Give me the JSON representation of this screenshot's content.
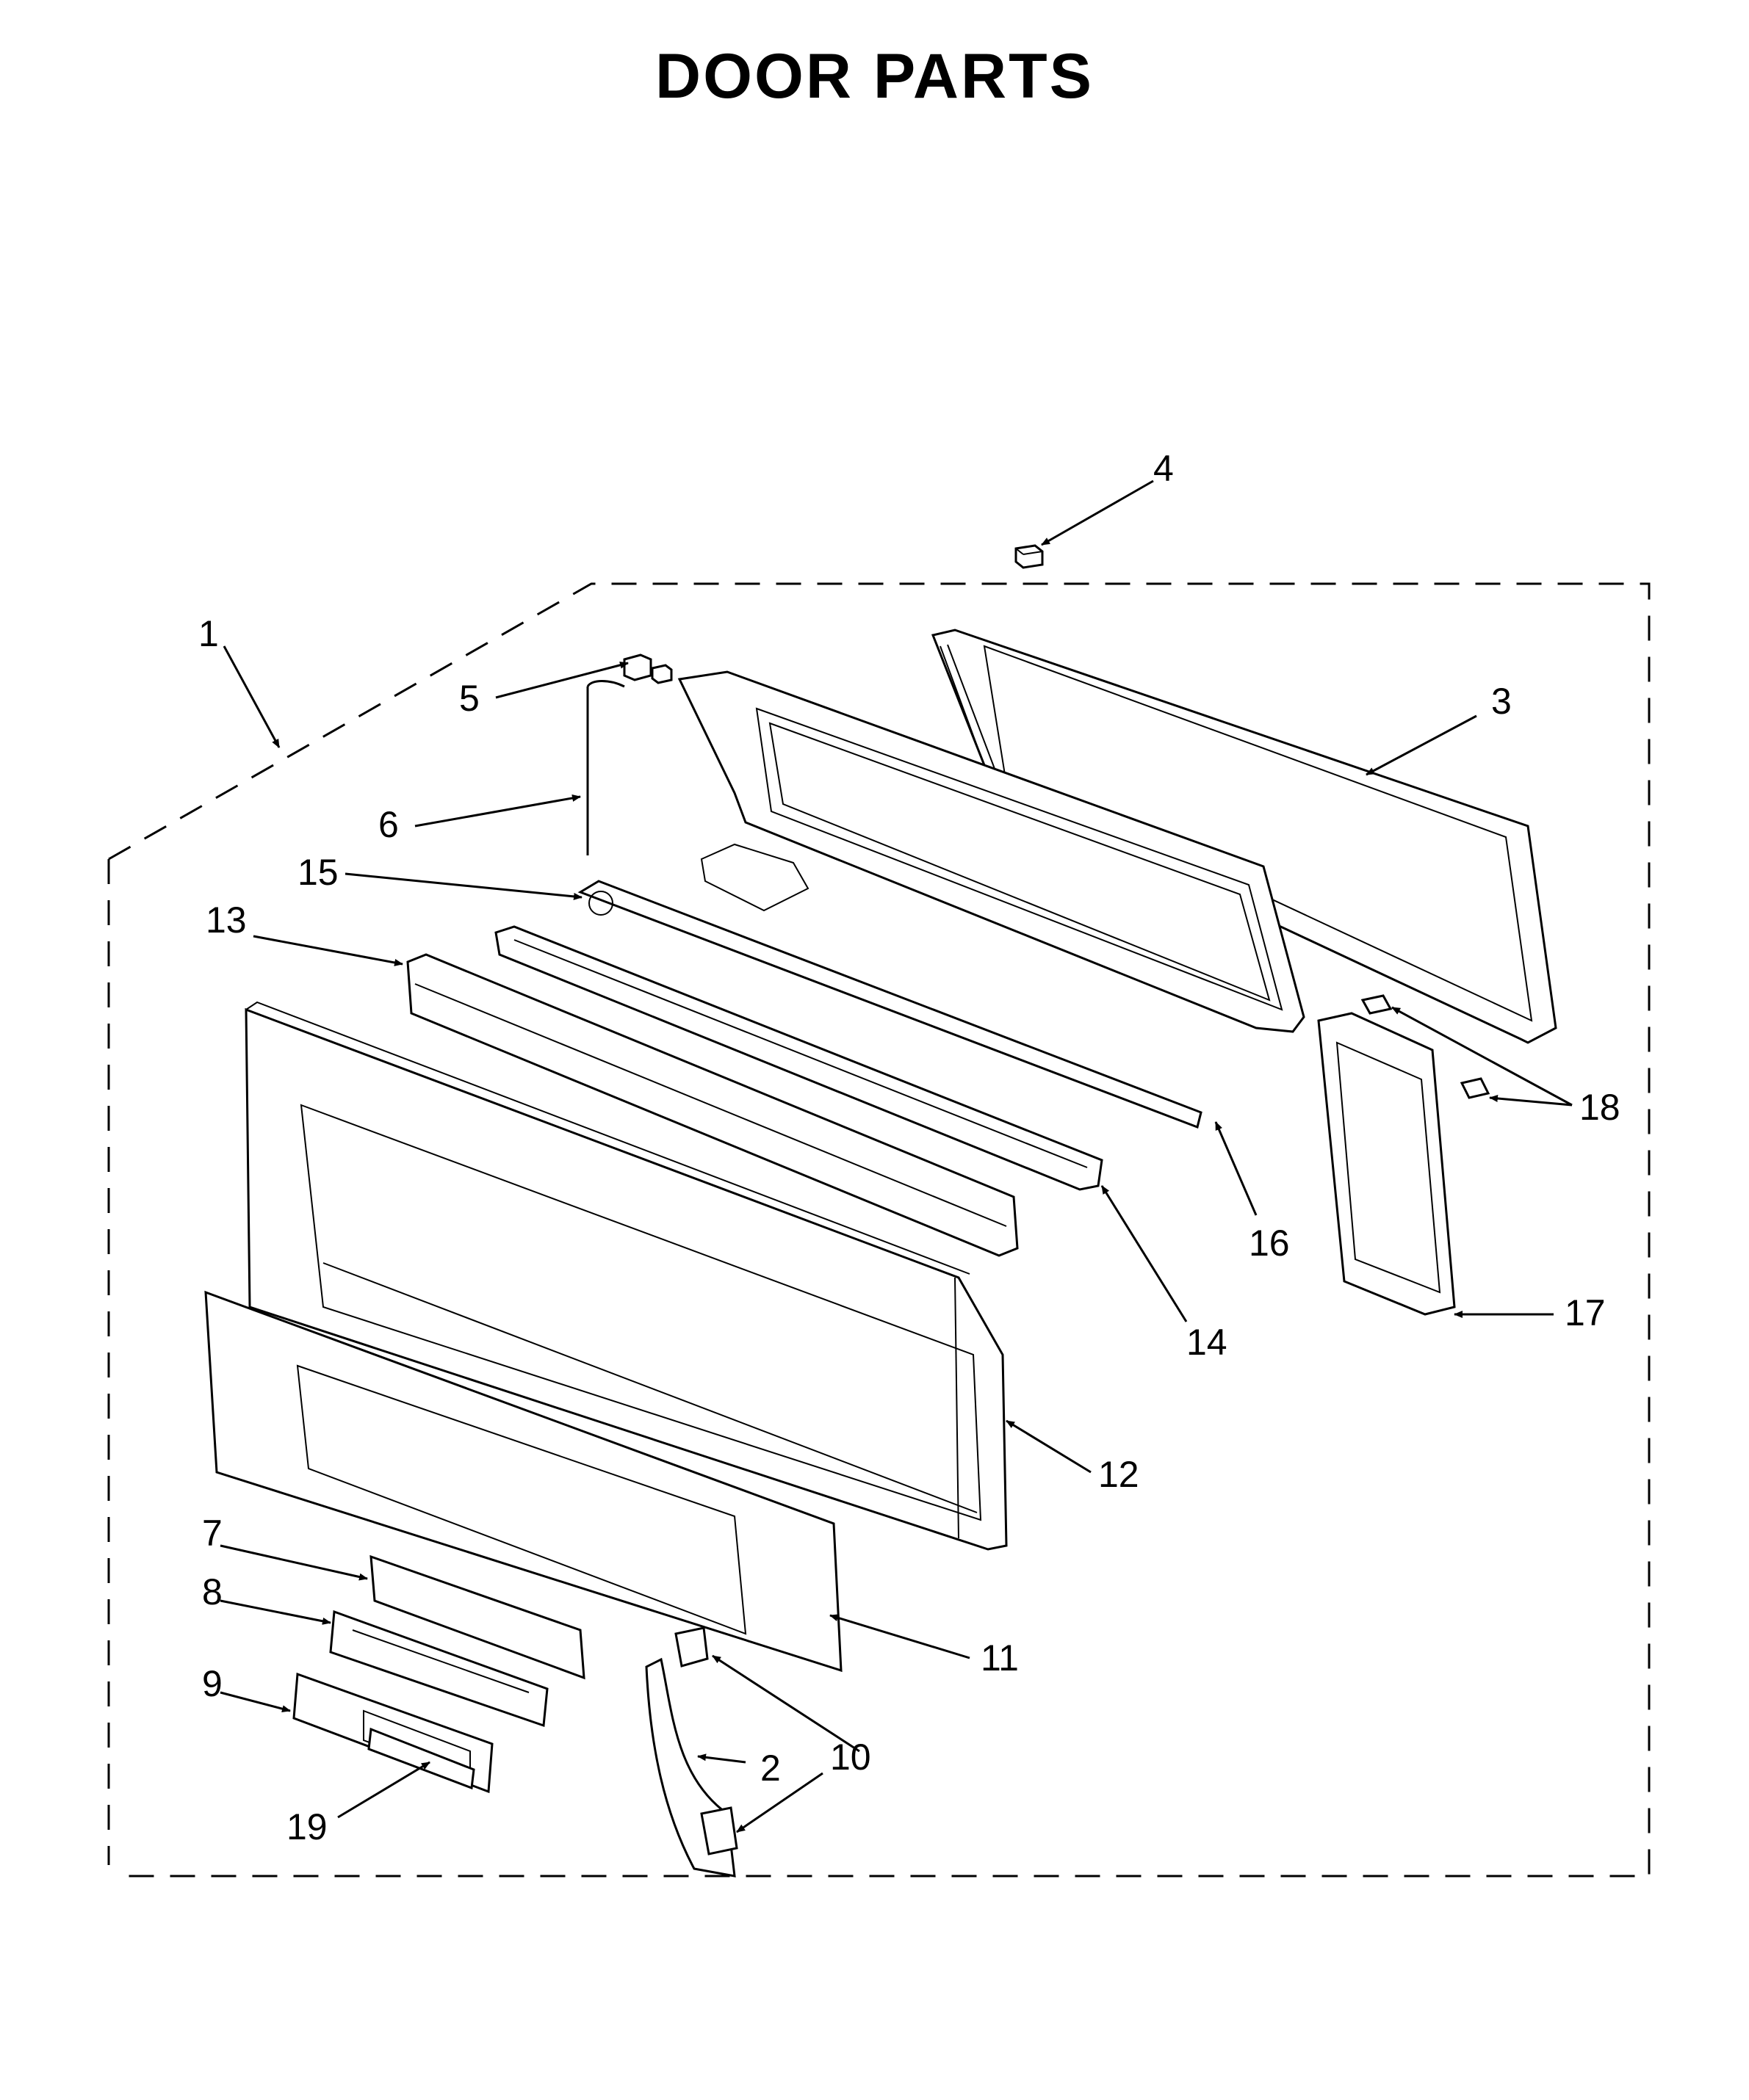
{
  "title": "DOOR PARTS",
  "callouts": {
    "c1": "1",
    "c2": "2",
    "c3": "3",
    "c4": "4",
    "c5": "5",
    "c6": "6",
    "c7": "7",
    "c8": "8",
    "c9": "9",
    "c10": "10",
    "c11": "11",
    "c12": "12",
    "c13": "13",
    "c14": "14",
    "c15": "15",
    "c16": "16",
    "c17": "17",
    "c18": "18",
    "c19": "19"
  }
}
